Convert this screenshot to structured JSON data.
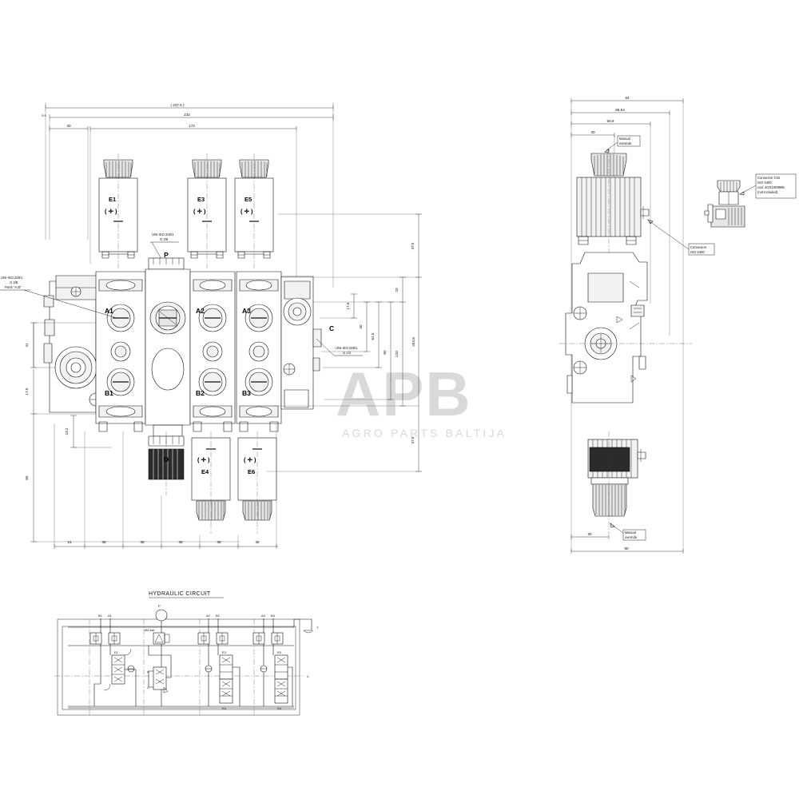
{
  "drawing": {
    "type": "technical-engineering-drawing",
    "subject": "Hydraulic directional control valve bank, 3 sections, solenoid operated",
    "watermark": {
      "line1": "APB",
      "line2": "AGRO PARTS BALTIJA"
    }
  },
  "front_view": {
    "coils_top": [
      {
        "label": "E1",
        "symbol": "( ✛ )"
      },
      {
        "label": "E3",
        "symbol": "( ✛ )"
      },
      {
        "label": "E5",
        "symbol": "( ✛ )"
      }
    ],
    "coils_bottom": [
      {
        "label": "E4",
        "symbol": "( ✛ )"
      },
      {
        "label": "E6",
        "symbol": "( ✛ )"
      }
    ],
    "ports": [
      {
        "label": "A1"
      },
      {
        "label": "A2"
      },
      {
        "label": "A3"
      },
      {
        "label": "B1"
      },
      {
        "label": "B2"
      },
      {
        "label": "B3"
      },
      {
        "label": "P"
      },
      {
        "label": "C"
      },
      {
        "label": "D"
      }
    ],
    "notes": [
      {
        "id": "note-ports-ab",
        "lines": [
          "UNI-ISO 228/1",
          "G 3/8",
          "Ports \"A,B\""
        ]
      },
      {
        "id": "note-port-p",
        "lines": [
          "UNI-ISO 228/1",
          "G 3/8"
        ]
      },
      {
        "id": "note-port-c",
        "lines": [
          "UNI-ISO 228/1",
          "G 1/2"
        ]
      }
    ],
    "dimensions_top": [
      "( 237.5 )",
      "232",
      "172",
      "30",
      "5.5"
    ],
    "dimensions_bottom": [
      "21",
      "38",
      "38",
      "38",
      "38",
      "38"
    ],
    "dimensions_left": [
      "41",
      "17.5",
      "23.2",
      "65"
    ],
    "dimensions_right": [
      "47.5",
      "20",
      "17.5",
      "40",
      "61.5",
      "80",
      "120",
      "204.8",
      "47.5"
    ]
  },
  "side_view": {
    "dimensions_top": [
      "94",
      "86.64",
      "58.9",
      "30"
    ],
    "dimensions_bottom": [
      "30",
      "80"
    ],
    "notes": [
      {
        "id": "note-manual-override-top",
        "lines": [
          "Manual",
          "override"
        ]
      },
      {
        "id": "note-manual-override-bottom",
        "lines": [
          "Manual",
          "override"
        ]
      },
      {
        "id": "note-connexion",
        "lines": [
          "Connexion",
          "ISO 4400"
        ]
      }
    ]
  },
  "connector_detail": {
    "note": {
      "lines": [
        "Connector C02",
        "ISO 4400",
        "cod. 4CN1009995",
        "(not included)"
      ]
    }
  },
  "hydraulic_circuit": {
    "title": "HYDRAULIC CIRCUIT",
    "port_labels_top": [
      "B1",
      "A1",
      "P",
      "A2",
      "B2",
      "A3",
      "B3"
    ],
    "relief_label": "180 bar",
    "spool_labels": [
      "E1",
      "E3",
      "E5",
      "E4",
      "E6"
    ],
    "line_labels": [
      "T",
      "C"
    ],
    "aux_labels": [
      "A",
      "C"
    ]
  },
  "colors": {
    "line": "#111111",
    "watermark": "#d9d9d9",
    "fill_light": "#f2f2f2",
    "fill_dark": "#2b2b2b"
  }
}
